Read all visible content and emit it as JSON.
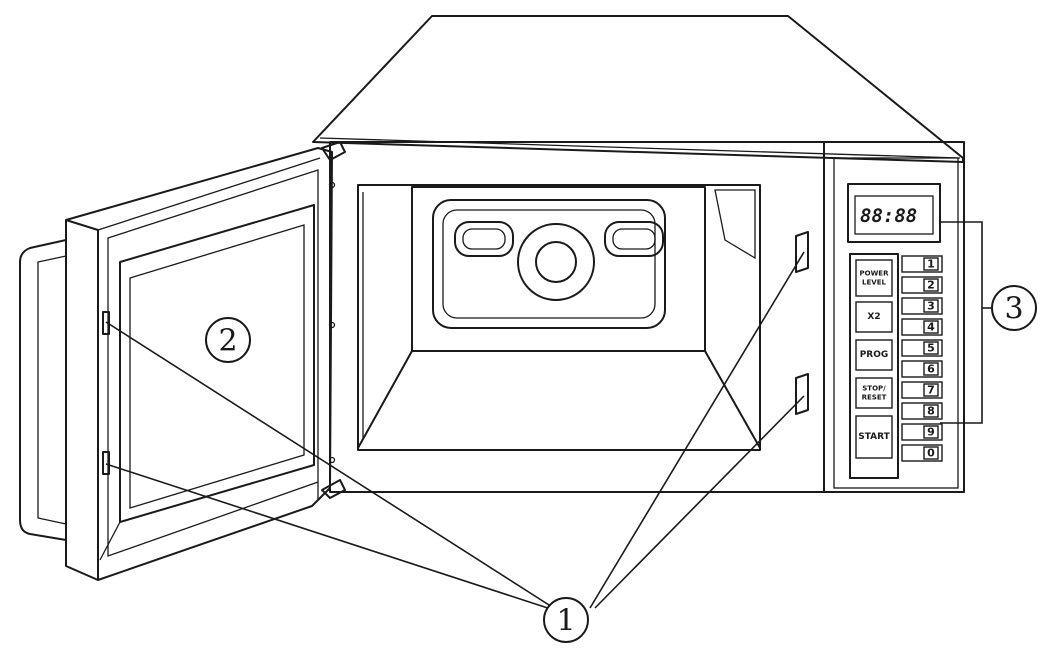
{
  "callouts": [
    {
      "id": "1",
      "label": "1"
    },
    {
      "id": "2",
      "label": "2"
    },
    {
      "id": "3",
      "label": "3"
    }
  ],
  "control_panel": {
    "display_text": "88:88",
    "function_keys": [
      "POWER LEVEL",
      "X2",
      "PROG",
      "STOP/ RESET",
      "START"
    ],
    "number_keys": [
      "1",
      "2",
      "3",
      "4",
      "5",
      "6",
      "7",
      "8",
      "9",
      "0"
    ]
  }
}
